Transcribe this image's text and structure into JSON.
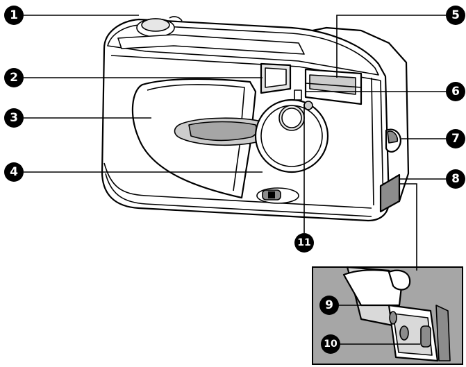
{
  "callouts": [
    {
      "id": "1",
      "label": "1"
    },
    {
      "id": "2",
      "label": "2"
    },
    {
      "id": "3",
      "label": "3"
    },
    {
      "id": "4",
      "label": "4"
    },
    {
      "id": "5",
      "label": "5"
    },
    {
      "id": "6",
      "label": "6"
    },
    {
      "id": "7",
      "label": "7"
    },
    {
      "id": "8",
      "label": "8"
    },
    {
      "id": "9",
      "label": "9"
    },
    {
      "id": "10",
      "label": "10"
    },
    {
      "id": "11",
      "label": "11"
    }
  ],
  "colors": {
    "outline": "#000000",
    "body": "#ffffff",
    "lens_fill": "#cccccc",
    "inset_bg": "#a6a6a6",
    "dark_grey": "#8c8c8c"
  }
}
